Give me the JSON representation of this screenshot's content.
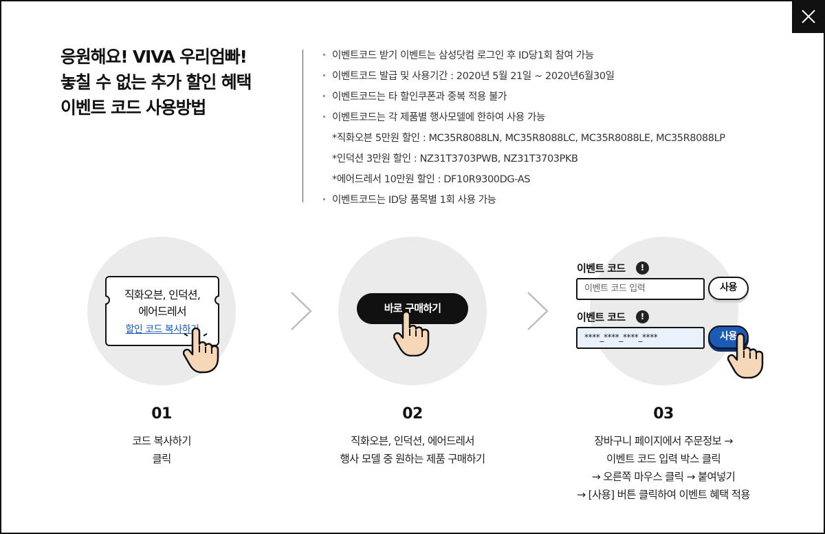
{
  "close_icon": "close-icon",
  "title": {
    "line1": "응원해요! VIVA 우리엄빠!",
    "line2": "놓칠 수 없는 추가 할인 혜택",
    "line3": "이벤트 코드 사용방법"
  },
  "notes": {
    "n1": "이벤트코드 받기 이벤트는 삼성닷컴 로그인 후 ID당1회 참여 가능",
    "n2": "이벤트코드 발급 및 사용기간 : 2020년 5월 21일 ~ 2020년6월30일",
    "n3": "이벤트코드는 타 할인쿠폰과 중복 적용 불가",
    "n4": "이벤트코드는 각 제품별 행사모델에 한하여 사용 가능",
    "s1": "*직화오븐 5만원 할인 : MC35R8088LN, MC35R8088LC, MC35R8088LE, MC35R8088LP",
    "s2": "*인덕션  3만원 할인 : NZ31T3703PWB, NZ31T3703PKB",
    "s3": "*에어드레서 10만원 할인 : DF10R9300DG-AS",
    "n5": "이벤트코드는 ID당 품목별 1회 사용 가능"
  },
  "step1": {
    "ticket_line1": "직화오븐, 인덕션,",
    "ticket_line2": "에어드레서",
    "copy_link": "할인 코드 복사하기",
    "number": "01",
    "desc_line1": "코드 복사하기",
    "desc_line2": "클릭"
  },
  "step2": {
    "buy_button": "바로 구매하기",
    "number": "02",
    "desc_line1": "직화오븐, 인덕션, 에어드레서",
    "desc_line2": "행사 모델 중 원하는 제품 구매하기"
  },
  "step3": {
    "label": "이벤트 코드",
    "info_glyph": "!",
    "input_placeholder": "이벤트 코드 입력",
    "input_value": "****_****_****_****",
    "use_button": "사용",
    "number": "03",
    "desc_line1": "장바구니 페이지에서 주문정보 →",
    "desc_line2": "이벤트 코드 입력 박스 클릭",
    "desc_line3": "→ 오른쪽 마우스 클릭 → 붙여넣기",
    "desc_line4": "→ [사용] 버튼 클릭하여 이벤트 혜택 적용"
  },
  "colors": {
    "accent_blue": "#1c5bb5",
    "filled_input": "#e8f1fc",
    "circle_bg": "#ebebeb"
  }
}
